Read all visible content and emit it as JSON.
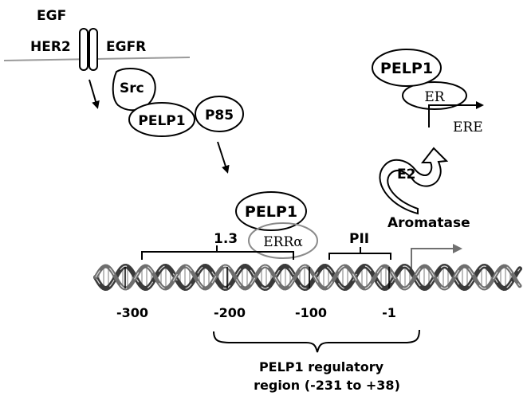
{
  "membrane": {
    "ligand": "EGF",
    "receptor_left": "HER2",
    "receptor_right": "EGFR"
  },
  "complex": {
    "kinase": "Src",
    "scaffold": "PELP1",
    "subunit": "P85"
  },
  "promoter": {
    "coactivator": "PELP1",
    "receptor": "ERRα",
    "promoter_1": "1.3",
    "promoter_2": "PII",
    "ticks": [
      "-300",
      "-200",
      "-100",
      "-1"
    ],
    "region_line1": "PELP1 regulatory",
    "region_line2": "region (-231 to +38)"
  },
  "estrogen": {
    "coactivator": "PELP1",
    "receptor": "ER",
    "element": "ERE",
    "hormone": "E2",
    "enzyme": "Aromatase"
  },
  "colors": {
    "line": "#000000",
    "membrane": "#9a9a9a",
    "errOutline": "#8a8a8a",
    "dnaDark": "#3a3a3a",
    "dnaLight": "#bdbdbd",
    "tssArrow": "#707070"
  }
}
